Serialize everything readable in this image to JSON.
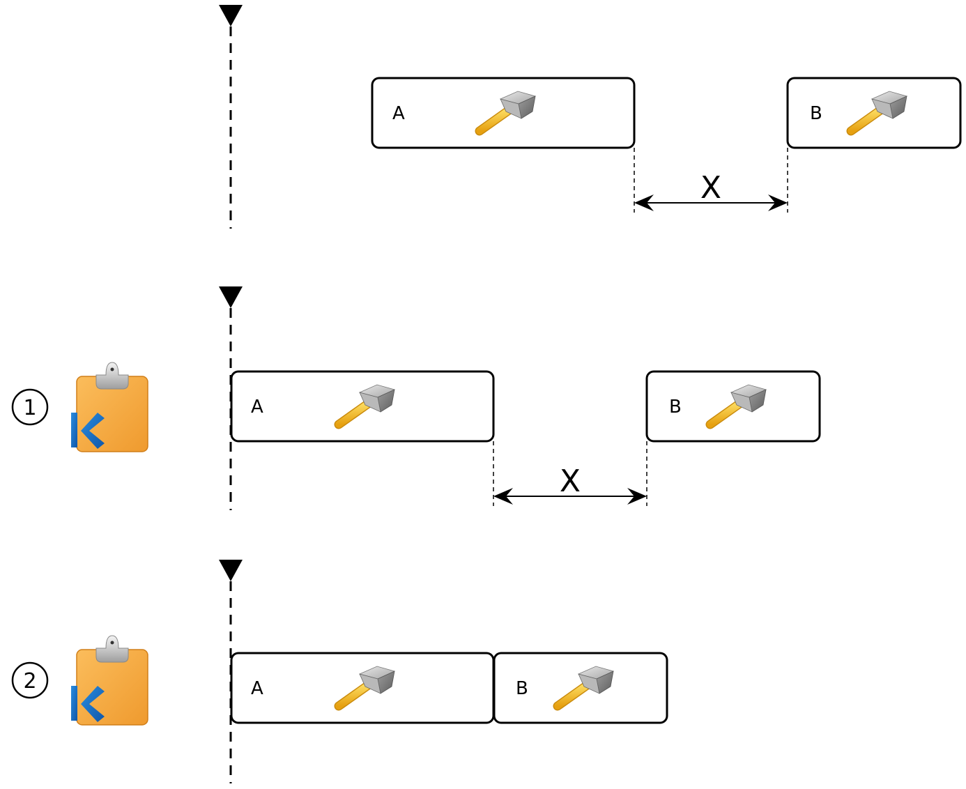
{
  "diagram": {
    "title": "",
    "rows": [
      {
        "step": null,
        "has_tool_icon": false,
        "tasks": [
          {
            "label": "A",
            "icon": "hammer-icon"
          },
          {
            "label": "B",
            "icon": "hammer-icon"
          }
        ],
        "gap_label": "X",
        "gap_present": true
      },
      {
        "step": "1",
        "has_tool_icon": true,
        "tool_icon": "clipboard-k-icon",
        "tasks": [
          {
            "label": "A",
            "icon": "hammer-icon"
          },
          {
            "label": "B",
            "icon": "hammer-icon"
          }
        ],
        "gap_label": "X",
        "gap_present": true
      },
      {
        "step": "2",
        "has_tool_icon": true,
        "tool_icon": "clipboard-k-icon",
        "tasks": [
          {
            "label": "A",
            "icon": "hammer-icon"
          },
          {
            "label": "B",
            "icon": "hammer-icon"
          }
        ],
        "gap_label": "",
        "gap_present": false
      }
    ],
    "colors": {
      "stroke": "#000000",
      "clipboard": "#f5a53d",
      "k_blue": "#1a6fc4",
      "hammer_handle": "#f2b51c",
      "hammer_head": "#9a9a9a"
    }
  }
}
